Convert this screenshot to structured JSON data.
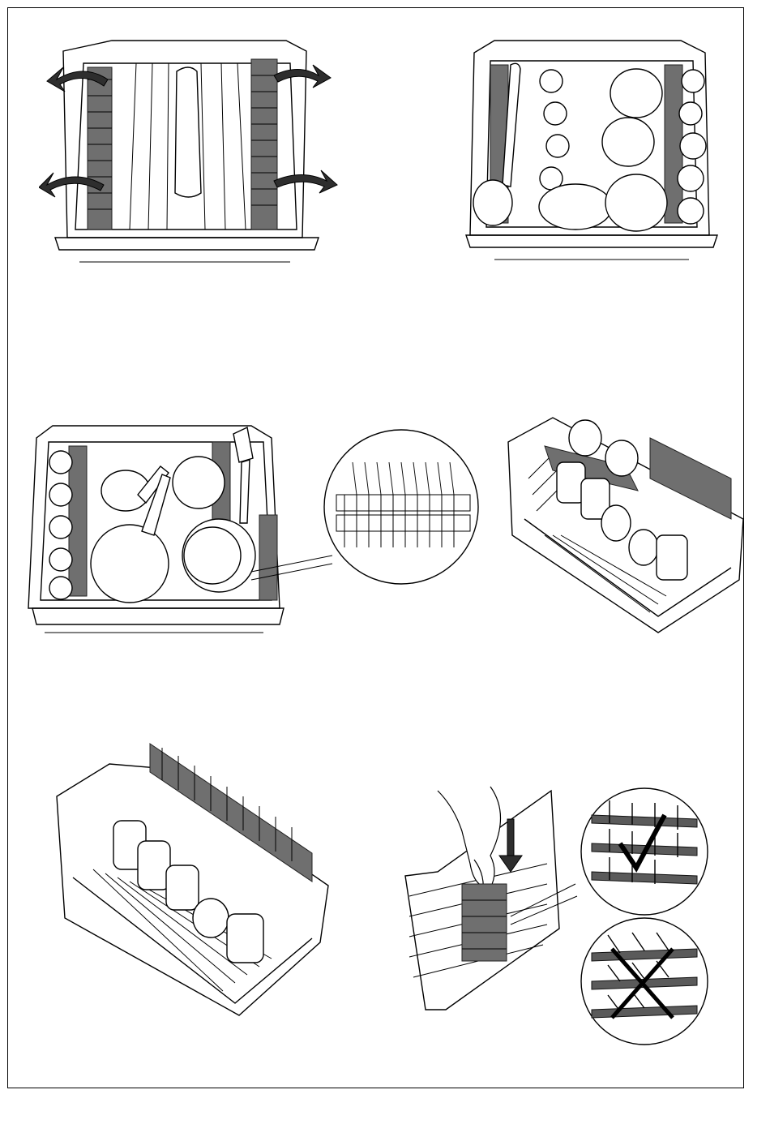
{
  "page": {
    "illustrations": [
      {
        "id": "fold-tines",
        "icon": "rack-fold-tines-illustration"
      },
      {
        "id": "loaded-cups",
        "icon": "rack-loaded-cups-plates-illustration"
      },
      {
        "id": "loaded-pans",
        "icon": "rack-loaded-pans-plates-illustration"
      },
      {
        "id": "cup-shelf-tilted",
        "icon": "rack-cup-shelf-illustration"
      },
      {
        "id": "tines-raised",
        "icon": "rack-tines-raised-illustration"
      },
      {
        "id": "tine-adjust",
        "icon": "tine-adjust-check-illustration"
      }
    ],
    "colors": {
      "line": "#000000",
      "tine_fill": "#6f6f6f",
      "arrow_fill": "#2e2e2e",
      "paper": "#ffffff"
    }
  }
}
